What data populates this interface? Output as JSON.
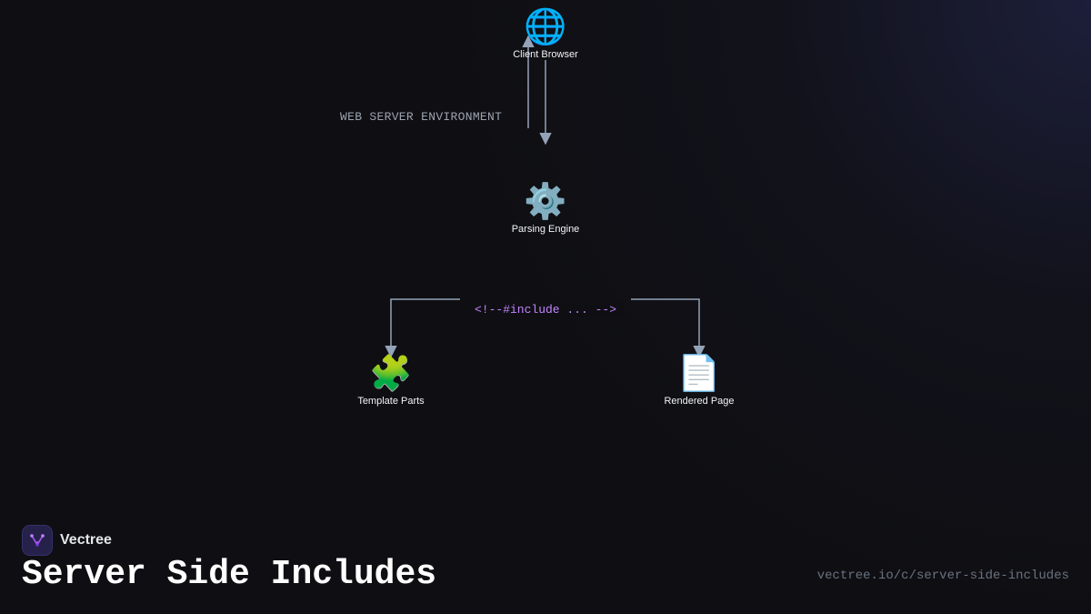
{
  "diagram": {
    "environment_label": "WEB SERVER ENVIRONMENT",
    "nodes": [
      {
        "id": "client",
        "label": "Client Browser",
        "icon": "🌐",
        "icon_name": "globe-icon"
      },
      {
        "id": "engine",
        "label": "Parsing Engine",
        "icon": "⚙️",
        "icon_name": "gear-icon"
      },
      {
        "id": "parts",
        "label": "Template Parts",
        "icon": "🧩",
        "icon_name": "puzzle-icon"
      },
      {
        "id": "page",
        "label": "Rendered Page",
        "icon": "📄",
        "icon_name": "document-icon"
      }
    ],
    "edges": [
      {
        "from": "engine",
        "to": "client"
      },
      {
        "from": "client",
        "to": "engine"
      },
      {
        "from": "engine",
        "to": "parts",
        "label": "<!--#include ... -->"
      },
      {
        "from": "engine",
        "to": "page"
      }
    ],
    "colors": {
      "edge": "#94a3b8",
      "edge_label": "#c084fc",
      "background": "#0f0f13"
    }
  },
  "footer": {
    "brand": "Vectree",
    "title": "Server Side Includes",
    "url": "vectree.io/c/server-side-includes"
  }
}
